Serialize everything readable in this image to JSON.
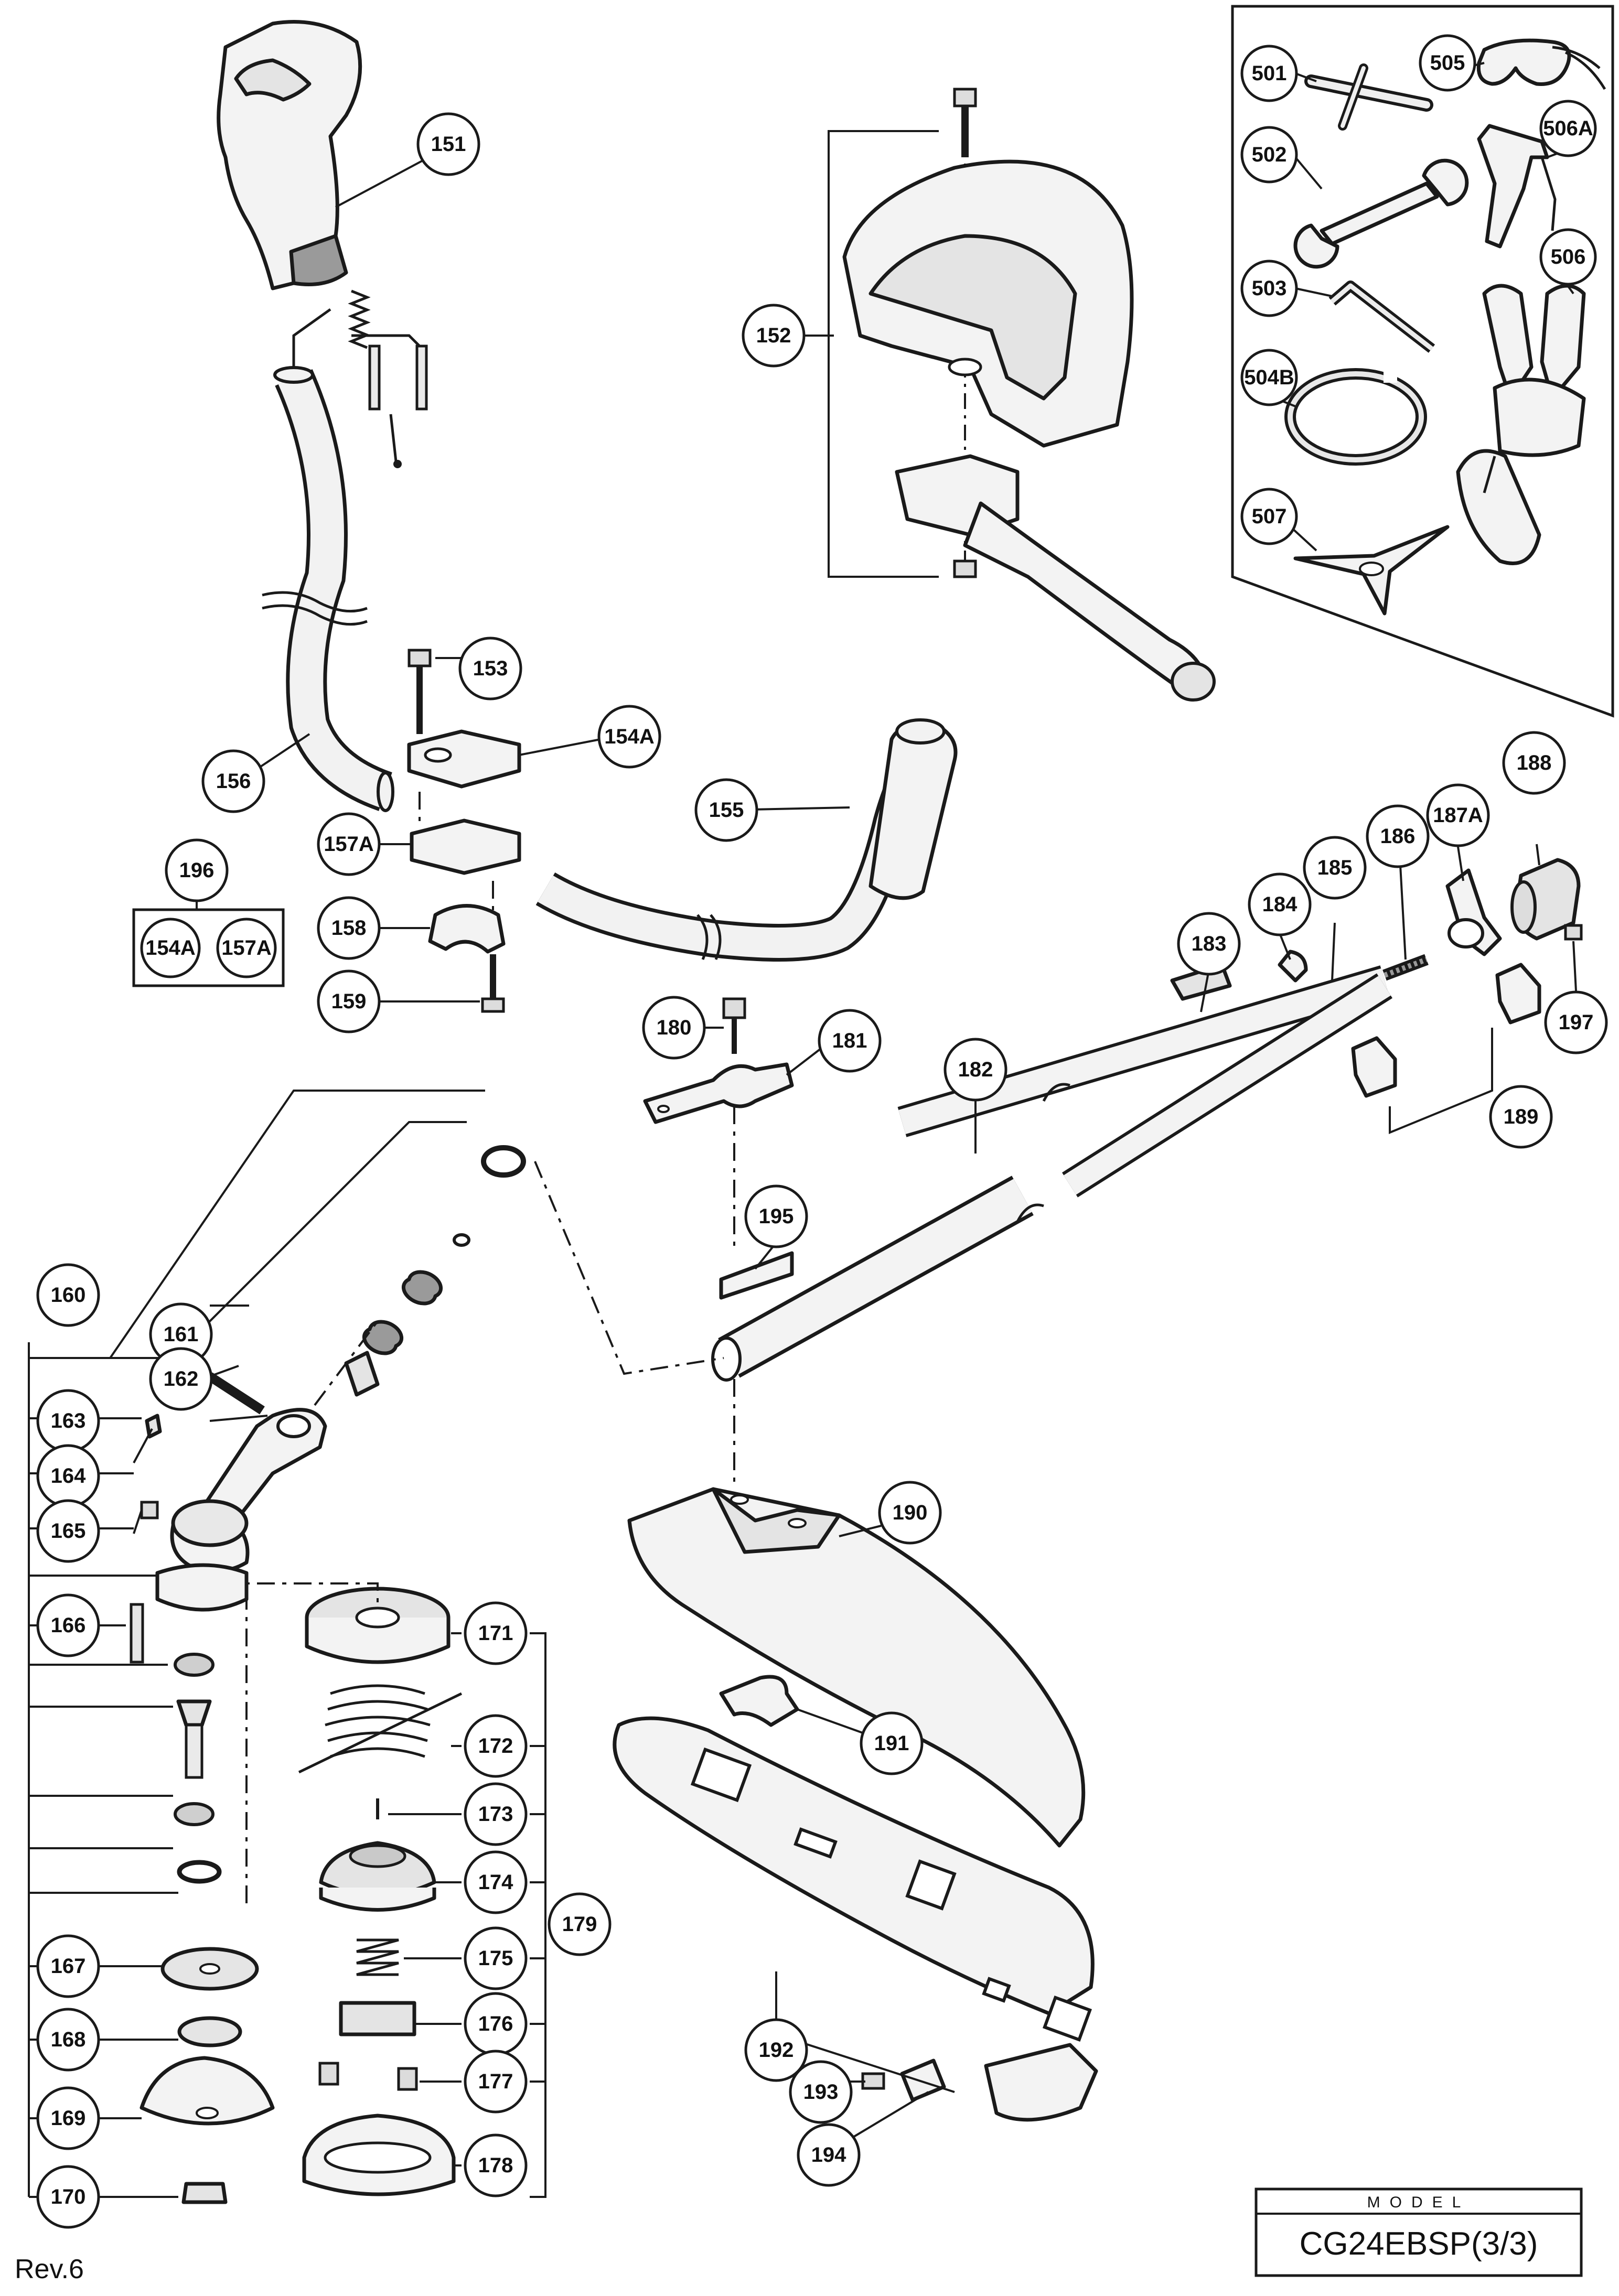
{
  "revision": "Rev.6",
  "model_box": {
    "label": "MODEL",
    "name": "CG24EBSP(3/3)"
  },
  "callouts": {
    "c151": "151",
    "c152": "152",
    "c153": "153",
    "c154A": "154A",
    "c155": "155",
    "c156": "156",
    "c157A": "157A",
    "c158": "158",
    "c159": "159",
    "c160": "160",
    "c161": "161",
    "c162": "162",
    "c163": "163",
    "c164": "164",
    "c165": "165",
    "c166": "166",
    "c167": "167",
    "c168": "168",
    "c169": "169",
    "c170": "170",
    "c171": "171",
    "c172": "172",
    "c173": "173",
    "c174": "174",
    "c175": "175",
    "c176": "176",
    "c177": "177",
    "c178": "178",
    "c179": "179",
    "c180": "180",
    "c181": "181",
    "c182": "182",
    "c183": "183",
    "c184": "184",
    "c185": "185",
    "c186": "186",
    "c187A": "187A",
    "c188": "188",
    "c189": "189",
    "c190": "190",
    "c191": "191",
    "c192": "192",
    "c193": "193",
    "c194": "194",
    "c195": "195",
    "c196": "196",
    "c197": "197",
    "c501": "501",
    "c502": "502",
    "c503": "503",
    "c504B": "504B",
    "c505": "505",
    "c506": "506",
    "c506A": "506A",
    "c507": "507"
  },
  "kit_196_items": [
    "154A",
    "157A"
  ]
}
